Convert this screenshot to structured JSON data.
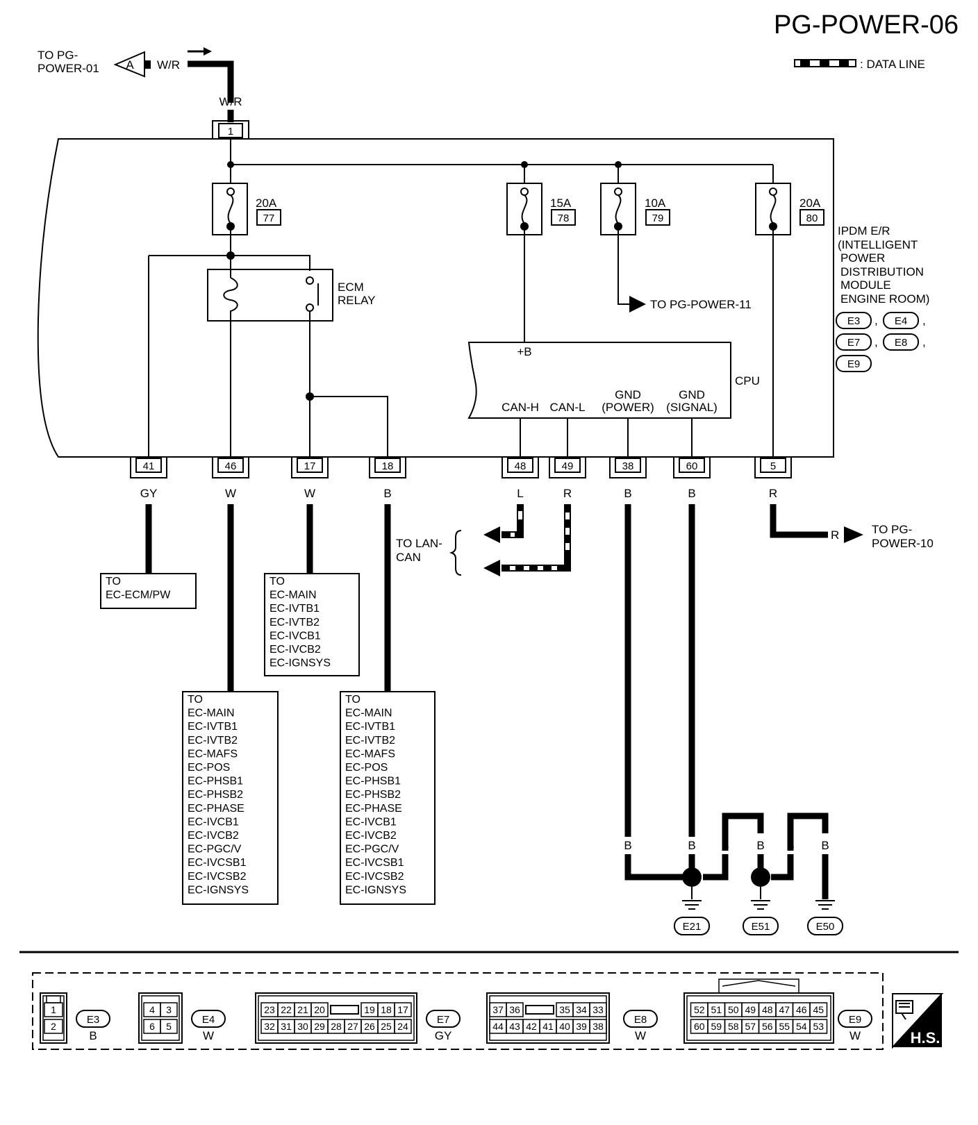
{
  "page_id": "PG-POWER-06",
  "legend_text": ": DATA LINE",
  "to_power01": [
    "TO PG-",
    "POWER-01"
  ],
  "connector_a": "A",
  "wr_label": "W/R",
  "wr_label_2": "W/R",
  "input_terminal": "1",
  "fuses": [
    {
      "amp": "20A",
      "number": "77"
    },
    {
      "amp": "15A",
      "number": "78"
    },
    {
      "amp": "10A",
      "number": "79"
    },
    {
      "amp": "20A",
      "number": "80"
    }
  ],
  "ecm_relay": [
    "ECM",
    "RELAY"
  ],
  "to_power11": "TO PG-POWER-11",
  "module_name": [
    "IPDM E/R",
    "(INTELLIGENT",
    "POWER",
    "DISTRIBUTION",
    "MODULE",
    "ENGINE ROOM)"
  ],
  "module_connectors": [
    "E3",
    "E4",
    "E7",
    "E8",
    "E9"
  ],
  "cpu": {
    "label": "CPU",
    "plus_b": "+B",
    "can_h": "CAN-H",
    "can_l": "CAN-L",
    "gnd_power": [
      "GND",
      "(POWER)"
    ],
    "gnd_signal": [
      "GND",
      "(SIGNAL)"
    ]
  },
  "terminals": [
    {
      "num": "41",
      "color": "GY"
    },
    {
      "num": "46",
      "color": "W"
    },
    {
      "num": "17",
      "color": "W"
    },
    {
      "num": "18",
      "color": "B"
    },
    {
      "num": "48",
      "color": "L"
    },
    {
      "num": "49",
      "color": "R"
    },
    {
      "num": "38",
      "color": "B"
    },
    {
      "num": "60",
      "color": "B"
    },
    {
      "num": "5",
      "color": "R"
    }
  ],
  "to_lan_can": [
    "TO LAN-",
    "CAN"
  ],
  "lan_wires": [
    "L",
    "R"
  ],
  "to_power10": [
    "TO PG-",
    "POWER-10"
  ],
  "r_label": "R",
  "destinations": {
    "ecm_pw": [
      "TO",
      "EC-ECM/PW"
    ],
    "t17": [
      "TO",
      "EC-MAIN",
      "EC-IVTB1",
      "EC-IVTB2",
      "EC-IVCB1",
      "EC-IVCB2",
      "EC-IGNSYS"
    ],
    "t46": [
      "TO",
      "EC-MAIN",
      "EC-IVTB1",
      "EC-IVTB2",
      "EC-MAFS",
      "EC-POS",
      "EC-PHSB1",
      "EC-PHSB2",
      "EC-PHASE",
      "EC-IVCB1",
      "EC-IVCB2",
      "EC-PGC/V",
      "EC-IVCSB1",
      "EC-IVCSB2",
      "EC-IGNSYS"
    ],
    "t18": [
      "TO",
      "EC-MAIN",
      "EC-IVTB1",
      "EC-IVTB2",
      "EC-MAFS",
      "EC-POS",
      "EC-PHSB1",
      "EC-PHSB2",
      "EC-PHASE",
      "EC-IVCB1",
      "EC-IVCB2",
      "EC-PGC/V",
      "EC-IVCSB1",
      "EC-IVCSB2",
      "EC-IGNSYS"
    ]
  },
  "ground_wire_labels": [
    "B",
    "B",
    "B",
    "B",
    "B",
    "B"
  ],
  "grounds": [
    "E21",
    "E51",
    "E50"
  ],
  "connector_views": [
    {
      "id": "E3",
      "color": "B",
      "rows": [
        [
          "1"
        ],
        [
          "2"
        ]
      ]
    },
    {
      "id": "E4",
      "color": "W",
      "rows": [
        [
          "4",
          "3"
        ],
        [
          "6",
          "5"
        ]
      ]
    },
    {
      "id": "E7",
      "color": "GY",
      "rows": [
        [
          "23",
          "22",
          "21",
          "20",
          "19",
          "18",
          "17"
        ],
        [
          "32",
          "31",
          "30",
          "29",
          "28",
          "27",
          "26",
          "25",
          "24"
        ]
      ]
    },
    {
      "id": "E8",
      "color": "W",
      "rows": [
        [
          "37",
          "36",
          "35",
          "34",
          "33"
        ],
        [
          "44",
          "43",
          "42",
          "41",
          "40",
          "39",
          "38"
        ]
      ]
    },
    {
      "id": "E9",
      "color": "W",
      "rows": [
        [
          "52",
          "51",
          "50",
          "49",
          "48",
          "47",
          "46",
          "45"
        ],
        [
          "60",
          "59",
          "58",
          "57",
          "56",
          "55",
          "54",
          "53"
        ]
      ]
    }
  ],
  "hs_badge": "H.S."
}
